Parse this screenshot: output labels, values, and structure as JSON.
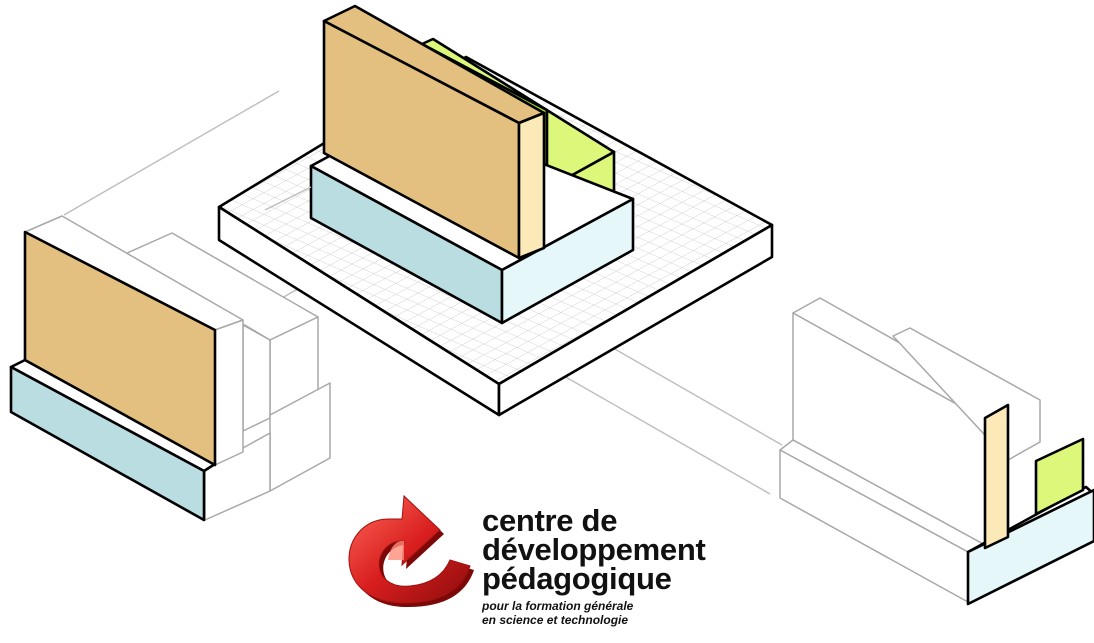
{
  "logo": {
    "line1": "centre de",
    "line2": "développement",
    "line3": "pédagogique",
    "tagline1": "pour la formation générale",
    "tagline2": "en science et technologie",
    "mark_color": "#d81e1e"
  },
  "colors": {
    "wall_front": "#e3c07f",
    "wall_side": "#fbe9b8",
    "base_front": "#b9dde1",
    "base_side": "#e6f7f9",
    "green_front": "#a6e21a",
    "green_side": "#dcf77a",
    "grid": "#cfcfcf"
  }
}
